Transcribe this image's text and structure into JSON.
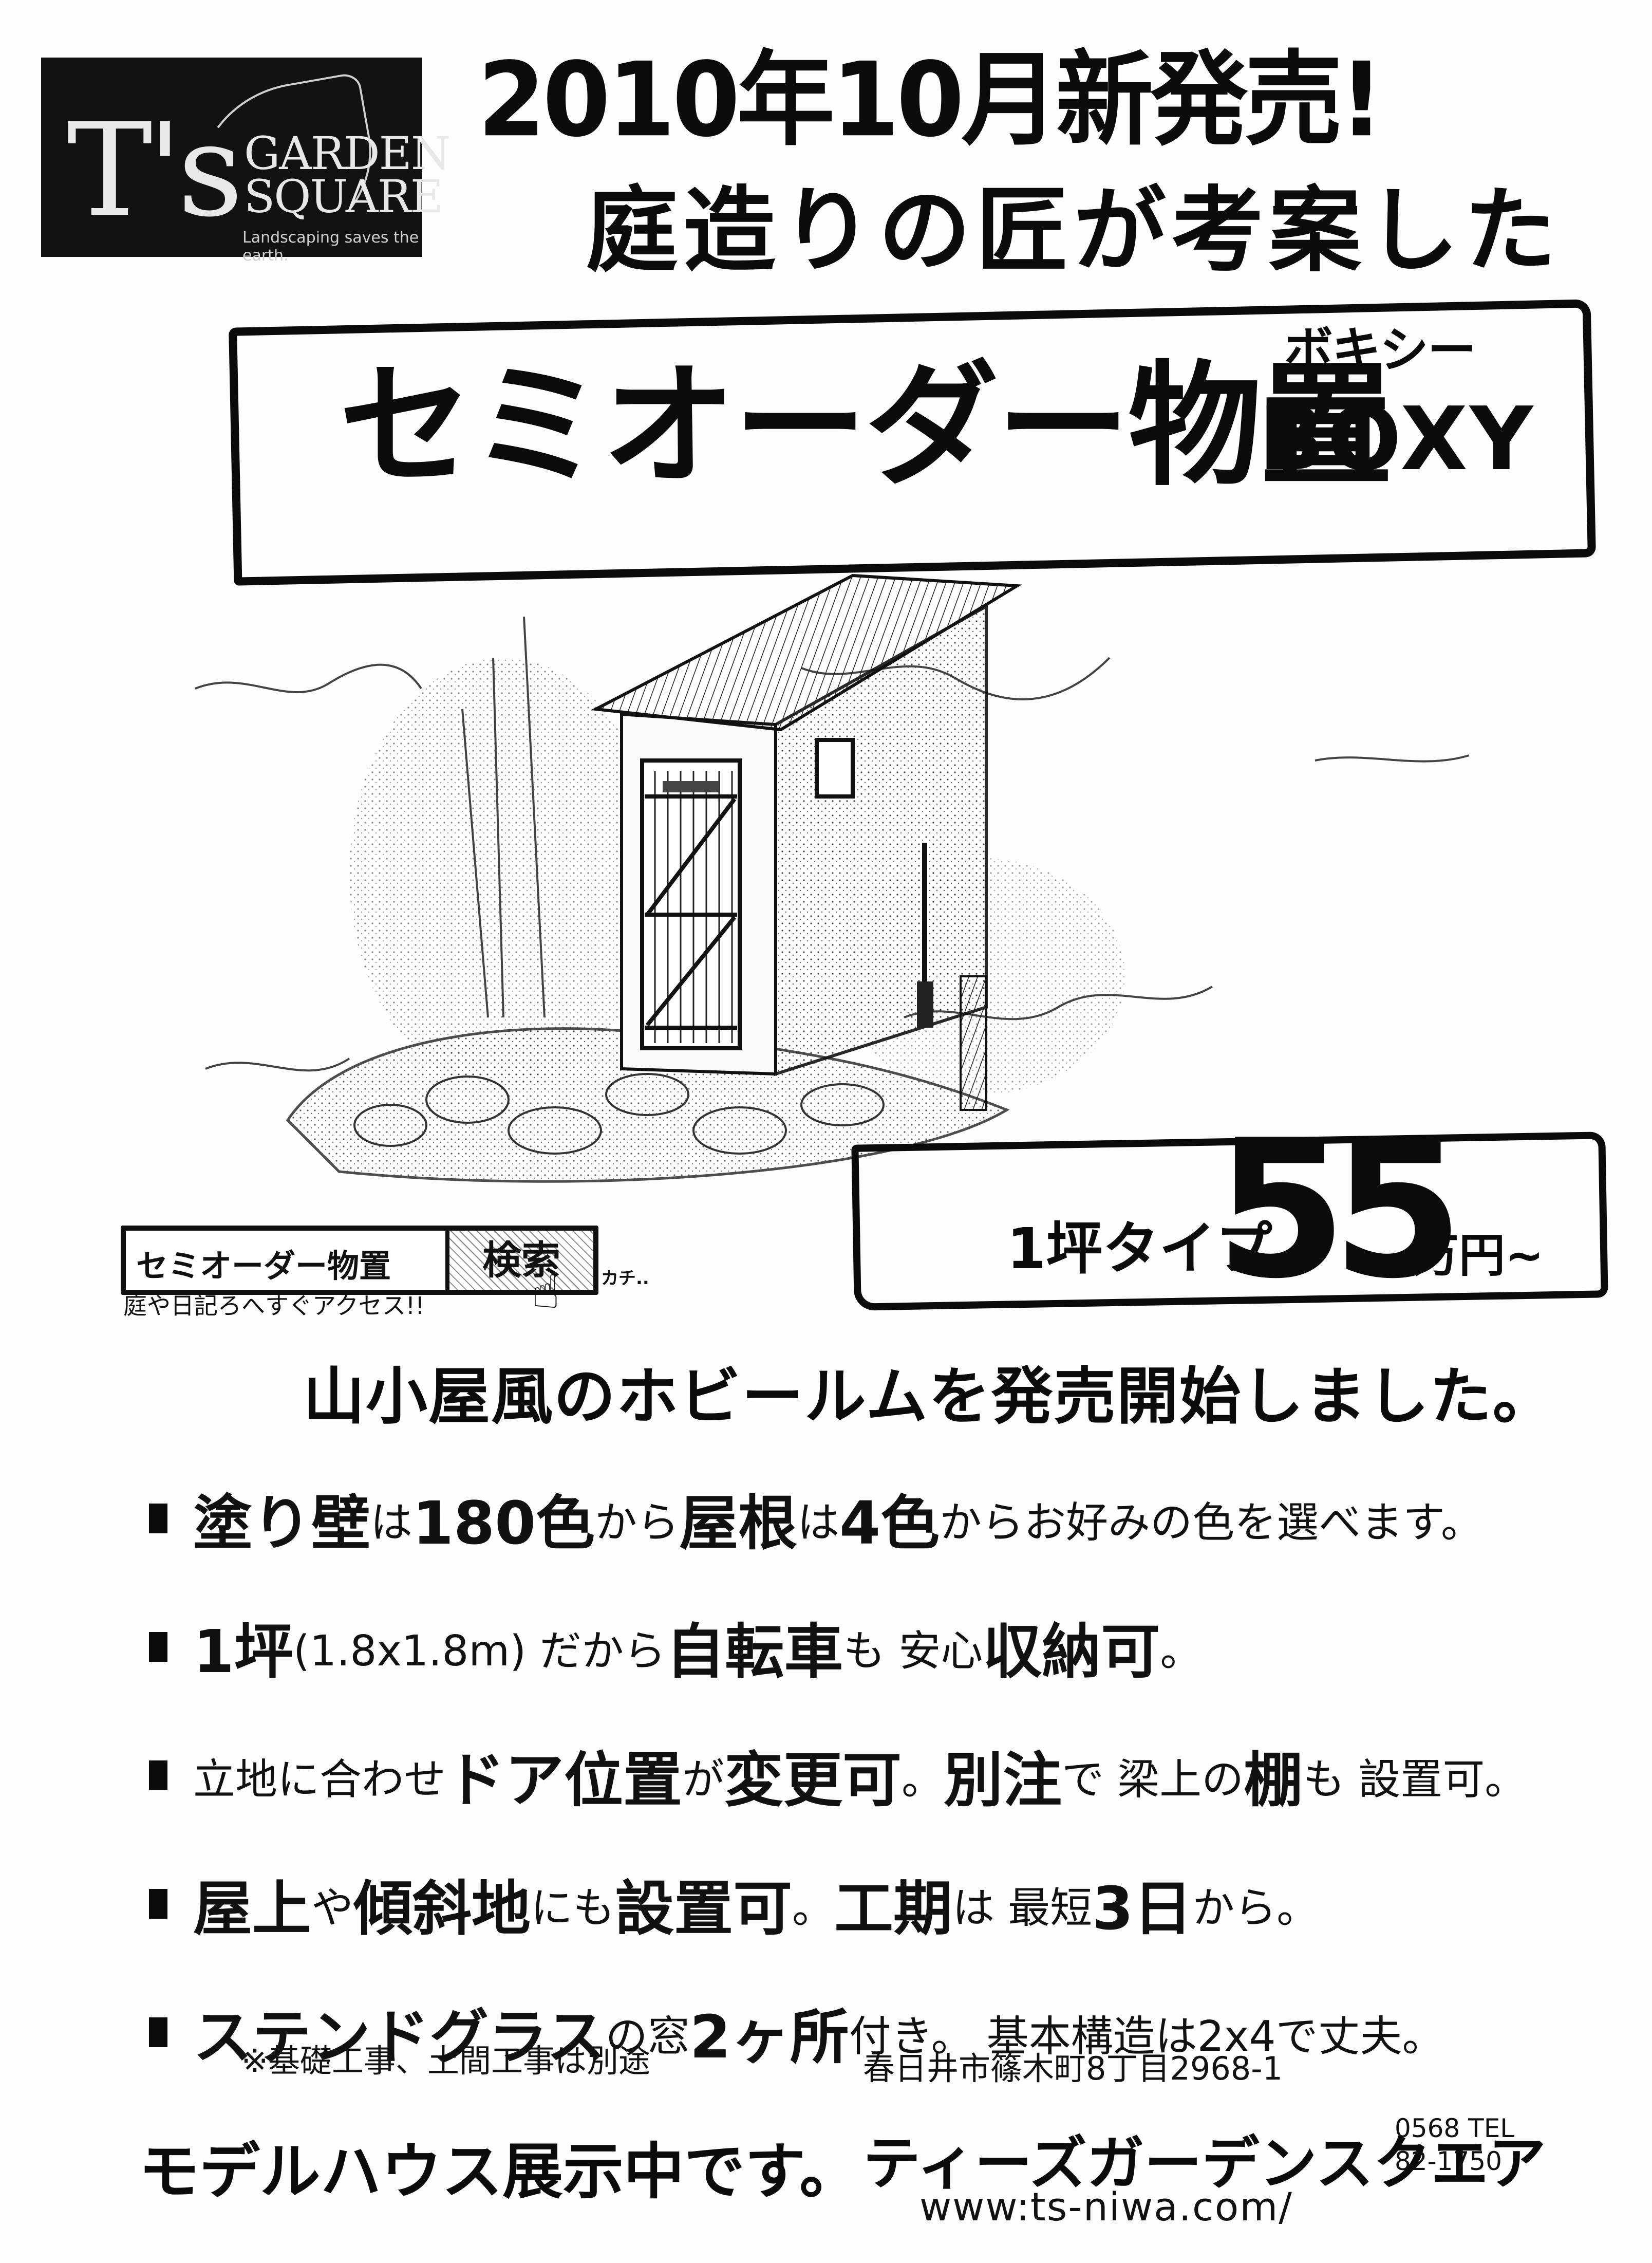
{
  "logo": {
    "mark": "T's",
    "name_line1": "GARDEN",
    "name_line2": "SQUARE",
    "tagline": "Landscaping saves the earth."
  },
  "headline": {
    "line1": "2010年10月新発売!",
    "line2": "庭造りの匠が考案した"
  },
  "product": {
    "title": "セミオーダー物置",
    "name": "BOXY",
    "name_reading": "ボキシー"
  },
  "illustration": {
    "subject": "garden-shed-sketch"
  },
  "search_box": {
    "query": "セミオーダー物置",
    "button_label": "検索",
    "caption": "庭や日記ろへすぐアクセス!!",
    "click_sfx": "カチ..",
    "pointer_icon": "pointing-hand-icon"
  },
  "price": {
    "type_label": "1坪タイプ",
    "amount": "55",
    "unit": "万円~"
  },
  "tagline": "山小屋風のホビールムを発売開始しました。",
  "features": [
    {
      "parts": [
        {
          "t": "塗り壁",
          "s": "b"
        },
        {
          "t": "は ",
          "s": "n"
        },
        {
          "t": "180色",
          "s": "b"
        },
        {
          "t": "から ",
          "s": "n"
        },
        {
          "t": "屋根",
          "s": "b"
        },
        {
          "t": "は ",
          "s": "n"
        },
        {
          "t": "4色",
          "s": "b"
        },
        {
          "t": "からお好みの色を選べます。",
          "s": "n"
        }
      ]
    },
    {
      "parts": [
        {
          "t": "1坪",
          "s": "b"
        },
        {
          "t": "(1.8x1.8m) だから ",
          "s": "n"
        },
        {
          "t": "自転車",
          "s": "b"
        },
        {
          "t": "も 安心 ",
          "s": "n"
        },
        {
          "t": "収納可",
          "s": "b"
        },
        {
          "t": "。",
          "s": "n"
        }
      ]
    },
    {
      "parts": [
        {
          "t": "立地に合わせ",
          "s": "n"
        },
        {
          "t": "ドア位置",
          "s": "b"
        },
        {
          "t": "が ",
          "s": "n"
        },
        {
          "t": "変更可",
          "s": "b"
        },
        {
          "t": "。 ",
          "s": "n"
        },
        {
          "t": "別注",
          "s": "b"
        },
        {
          "t": "で 梁上の",
          "s": "n"
        },
        {
          "t": "棚",
          "s": "b"
        },
        {
          "t": "も 設置可。",
          "s": "n"
        }
      ]
    },
    {
      "parts": [
        {
          "t": "屋上",
          "s": "b"
        },
        {
          "t": "や",
          "s": "n"
        },
        {
          "t": "傾斜地",
          "s": "b"
        },
        {
          "t": "にも ",
          "s": "n"
        },
        {
          "t": "設置可",
          "s": "b"
        },
        {
          "t": "。 ",
          "s": "n"
        },
        {
          "t": "工期",
          "s": "b"
        },
        {
          "t": "は 最短 ",
          "s": "n"
        },
        {
          "t": "3日",
          "s": "b"
        },
        {
          "t": " から。",
          "s": "n"
        }
      ]
    },
    {
      "parts": [
        {
          "t": "ステンドグラス",
          "s": "b"
        },
        {
          "t": "の窓 ",
          "s": "n"
        },
        {
          "t": "2ヶ所",
          "s": "b"
        },
        {
          "t": "付き。    基本構造は2x4で丈夫。",
          "s": "n"
        }
      ]
    }
  ],
  "note": "※基礎工事、土間工事は別途",
  "footer": {
    "model_house": "モデルハウス展示中です。",
    "address": "春日井市篠木町8丁目2968-1",
    "company": "ティーズガーデンスクエア",
    "tel_label": "TEL",
    "tel_area": "0568",
    "tel_number": "82-1750",
    "url": "www:ts-niwa.com/"
  },
  "colors": {
    "ink": "#0b0b0b",
    "paper": "#fdfdfd",
    "logo_bg": "#121212",
    "logo_text": "#e8e8e8"
  }
}
